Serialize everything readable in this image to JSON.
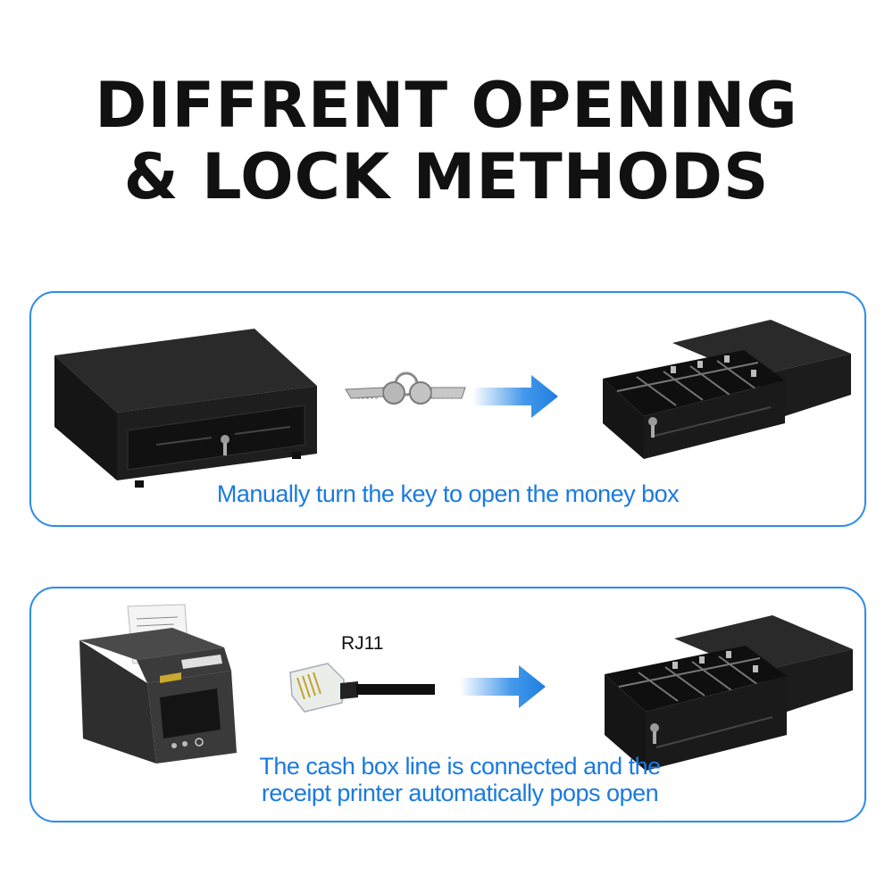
{
  "title": {
    "line1": "DIFFRENT OPENING",
    "line2": "& LOCK METHODS"
  },
  "manual": {
    "caption": "Manually turn the key to open the money box"
  },
  "auto": {
    "cable_label": "RJ11",
    "caption_line1": "The cash box line is connected and the",
    "caption_line2": "receipt printer automatically pops open"
  },
  "colors": {
    "accent": "#2f8de8",
    "caption": "#1a7ae0",
    "device": "#1c1c1c"
  }
}
